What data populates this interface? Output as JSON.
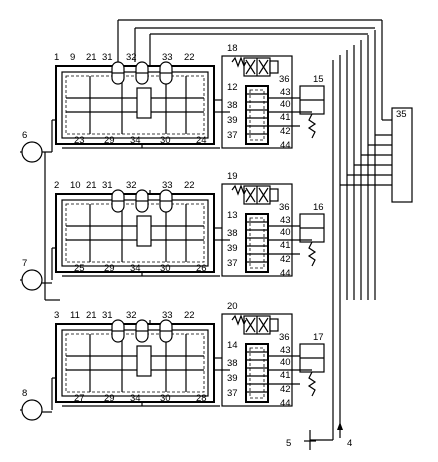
{
  "labels": {
    "controller": "35",
    "supply_line": "5",
    "drain_line": "4",
    "units": [
      {
        "cylinder": "1",
        "chamber_top": "9",
        "rod_a": "21",
        "sensor_a": "31",
        "sensor_b": "32",
        "sensor_c": "33",
        "rod_b": "22",
        "bottom_left": "23",
        "rod_under": "29",
        "piston": "34",
        "rod_right": "30",
        "bottom_right": "24",
        "valve": "18",
        "spring_valve": "36",
        "switch": "15",
        "block": "12",
        "port_43": "43",
        "port_40": "40",
        "port_38": "38",
        "port_41": "41",
        "port_39": "39",
        "port_42": "42",
        "port_37": "37",
        "port_44": "44",
        "gauge": "6"
      },
      {
        "cylinder": "2",
        "chamber_top": "10",
        "rod_a": "21",
        "sensor_a": "31",
        "sensor_b": "32",
        "sensor_c": "33",
        "rod_b": "22",
        "bottom_left": "25",
        "rod_under": "29",
        "piston": "34",
        "rod_right": "30",
        "bottom_right": "26",
        "valve": "19",
        "spring_valve": "36",
        "switch": "16",
        "block": "13",
        "port_43": "43",
        "port_40": "40",
        "port_38": "38",
        "port_41": "41",
        "port_39": "39",
        "port_42": "42",
        "port_37": "37",
        "port_44": "44",
        "gauge": "7"
      },
      {
        "cylinder": "3",
        "chamber_top": "11",
        "rod_a": "21",
        "sensor_a": "31",
        "sensor_b": "32",
        "sensor_c": "33",
        "rod_b": "22",
        "bottom_left": "27",
        "rod_under": "29",
        "piston": "34",
        "rod_right": "30",
        "bottom_right": "28",
        "valve": "20",
        "spring_valve": "36",
        "switch": "17",
        "block": "14",
        "port_43": "43",
        "port_40": "40",
        "port_38": "38",
        "port_41": "41",
        "port_39": "39",
        "port_42": "42",
        "port_37": "37",
        "port_44": "44",
        "gauge": "8"
      }
    ]
  }
}
